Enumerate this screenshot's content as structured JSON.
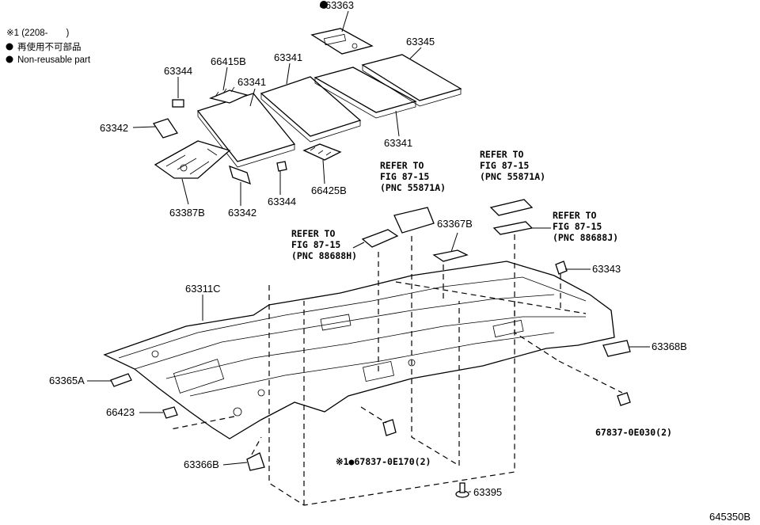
{
  "legend": {
    "note": "※1 (2208-　　)",
    "jp": "再使用不可部品",
    "en": "Non-reusable part"
  },
  "parts": {
    "p63363": "●63363",
    "p63345": "63345",
    "p63344a": "63344",
    "p66415b": "66415B",
    "p63341a": "63341",
    "p63341b": "63341",
    "p63341c": "63341",
    "p63342a": "63342",
    "p63342b": "63342",
    "p63344b": "63344",
    "p66425b": "66425B",
    "p63387b": "63387B",
    "p63367b": "63367B",
    "p63343": "63343",
    "p63311c": "63311C",
    "p63368b": "63368B",
    "p63365a": "63365A",
    "p66423": "66423",
    "p67837_0e030": "67837-0E030(2)",
    "p67837_0e170": "※1●67837-0E170(2)",
    "p63366b": "63366B",
    "p63395": "63395"
  },
  "refs": {
    "r1": {
      "l1": "REFER TO",
      "l2": "FIG 87-15",
      "l3": "(PNC 55871A)"
    },
    "r2": {
      "l1": "REFER TO",
      "l2": "FIG 87-15",
      "l3": "(PNC 55871A)"
    },
    "r3": {
      "l1": "REFER TO",
      "l2": "FIG 87-15",
      "l3": "(PNC 88688H)"
    },
    "r4": {
      "l1": "REFER TO",
      "l2": "FIG 87-15",
      "l3": "(PNC 88688J)"
    }
  },
  "figure_code": "645350B"
}
